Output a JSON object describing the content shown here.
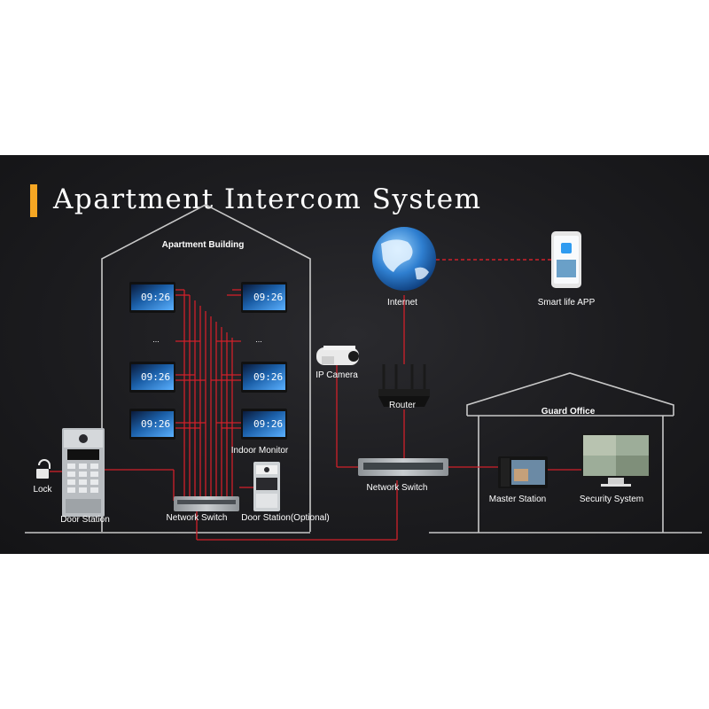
{
  "title": "Apartment Intercom System",
  "colors": {
    "accent": "#f5a623",
    "wire": "#d0202a",
    "link_dashed": "#d0202a",
    "outline": "#c8c8c8",
    "screen": "#1b5fa8"
  },
  "labels": {
    "apartment_building": "Apartment Building",
    "guard_office": "Guard Office",
    "internet": "Internet",
    "smart_life_app": "Smart life APP",
    "ip_camera": "IP Camera",
    "router": "Router",
    "indoor_monitor": "Indoor Monitor",
    "network_switch_building": "Network Switch",
    "network_switch_main": "Network Switch",
    "door_station": "Door Station",
    "door_station_optional": "Door Station(Optional)",
    "lock": "Lock",
    "master_station": "Master Station",
    "security_system": "Security System"
  },
  "monitor": {
    "time": "09:26"
  },
  "ellipsis": "..."
}
